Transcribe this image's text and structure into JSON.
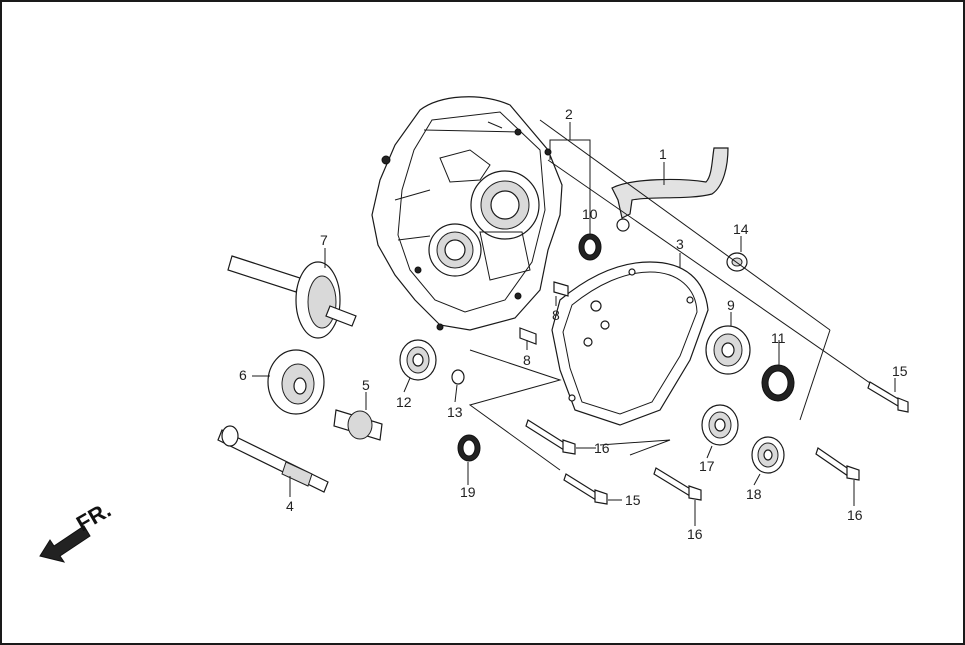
{
  "diagram": {
    "direction_label": "FR.",
    "callouts": [
      {
        "id": "callout-1",
        "text": "1"
      },
      {
        "id": "callout-2",
        "text": "2"
      },
      {
        "id": "callout-3",
        "text": "3"
      },
      {
        "id": "callout-4",
        "text": "4"
      },
      {
        "id": "callout-5",
        "text": "5"
      },
      {
        "id": "callout-6",
        "text": "6"
      },
      {
        "id": "callout-7",
        "text": "7"
      },
      {
        "id": "callout-8a",
        "text": "8"
      },
      {
        "id": "callout-8b",
        "text": "8"
      },
      {
        "id": "callout-9",
        "text": "9"
      },
      {
        "id": "callout-10",
        "text": "10"
      },
      {
        "id": "callout-11",
        "text": "11"
      },
      {
        "id": "callout-12",
        "text": "12"
      },
      {
        "id": "callout-13",
        "text": "13"
      },
      {
        "id": "callout-14",
        "text": "14"
      },
      {
        "id": "callout-15a",
        "text": "15"
      },
      {
        "id": "callout-15b",
        "text": "15"
      },
      {
        "id": "callout-16a",
        "text": "16"
      },
      {
        "id": "callout-16b",
        "text": "16"
      },
      {
        "id": "callout-16c",
        "text": "16"
      },
      {
        "id": "callout-17",
        "text": "17"
      },
      {
        "id": "callout-18",
        "text": "18"
      },
      {
        "id": "callout-19",
        "text": "19"
      }
    ]
  }
}
